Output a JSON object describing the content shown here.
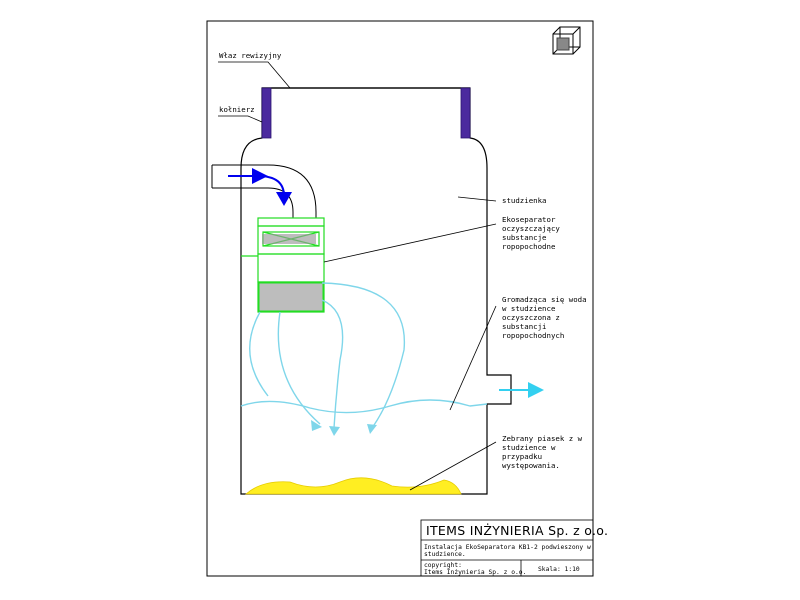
{
  "labels": {
    "manhole": "Właz rewizyjny",
    "collar": "kołnierz",
    "well": "studzienka",
    "separator": [
      "Ekoseparator",
      "oczyszczający",
      "substancje",
      "ropopochodne"
    ],
    "water": [
      "Gromadząca się woda",
      "w studzience",
      "oczyszczona z",
      "substancji",
      "ropopochodnych"
    ],
    "sand": [
      "Zebrany piasek z w",
      "studzience w",
      "przypadku",
      "występowania."
    ]
  },
  "title_block": {
    "company": "ITEMS INŻYNIERIA Sp. z o.o.",
    "description": [
      "Instalacja EkoSeparatora KB1-2 podwieszony w",
      "studzience."
    ],
    "copyright": [
      "copyright:",
      "Items Inżynieria Sp. z o.o."
    ],
    "scale": "Skala: 1:10"
  },
  "colors": {
    "collar": "#4b2a9e",
    "inlet_arrow": "#0000ee",
    "separator": "#22dd22",
    "water_flow": "#7fd6ea",
    "outlet_arrow": "#33d0f0",
    "sand": "#ffee22"
  },
  "icons": [
    "cube-icon"
  ]
}
